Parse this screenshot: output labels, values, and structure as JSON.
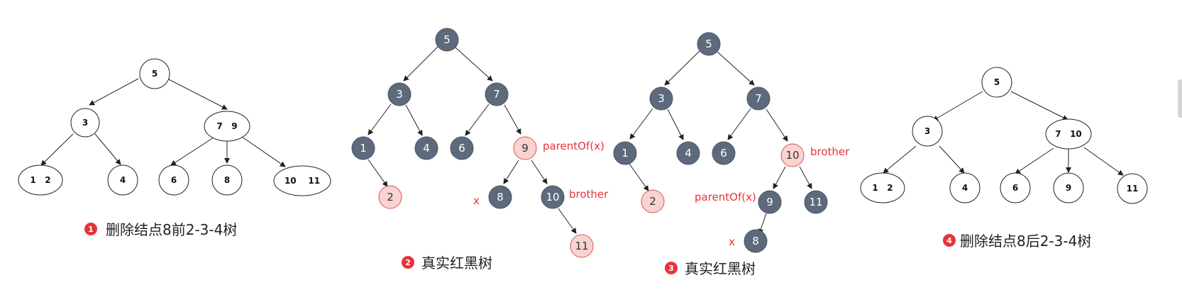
{
  "colors": {
    "black_node": "#5d6a7c",
    "red_node_fill": "#f8d3cf",
    "red_node_stroke": "#d9534f",
    "annotation_red": "#e8333a",
    "badge_red": "#e8333a"
  },
  "diagram1": {
    "caption": "删除结点8前2-3-4树",
    "badge": "1",
    "nodes": {
      "n5": "5",
      "n3": "3",
      "n79": "7   9",
      "n12": "1   2",
      "n4": "4",
      "n6": "6",
      "n8": "8",
      "n1011": "10    11"
    }
  },
  "diagram2": {
    "caption": "真实红黑树",
    "badge": "2",
    "nodes": {
      "n5": "5",
      "n3": "3",
      "n7": "7",
      "n1": "1",
      "n4": "4",
      "n6": "6",
      "n9": "9",
      "n2": "2",
      "n8": "8",
      "n10": "10",
      "n11": "11"
    },
    "labels": {
      "parent": "parentOf(x)",
      "x": "x",
      "brother": "brother"
    }
  },
  "diagram3": {
    "caption": "真实红黑树",
    "badge": "3",
    "nodes": {
      "n5": "5",
      "n3": "3",
      "n7": "7",
      "n1": "1",
      "n4": "4",
      "n6": "6",
      "n10": "10",
      "n2": "2",
      "n9": "9",
      "n11": "11",
      "n8": "8"
    },
    "labels": {
      "brother": "brother",
      "parent": "parentOf(x)",
      "x": "x"
    }
  },
  "diagram4": {
    "caption": "删除结点8后2-3-4树",
    "badge": "4",
    "nodes": {
      "n5": "5",
      "n3": "3",
      "n710": "7   10",
      "n12": "1   2",
      "n4": "4",
      "n6": "6",
      "n9": "9",
      "n11": "11"
    }
  }
}
